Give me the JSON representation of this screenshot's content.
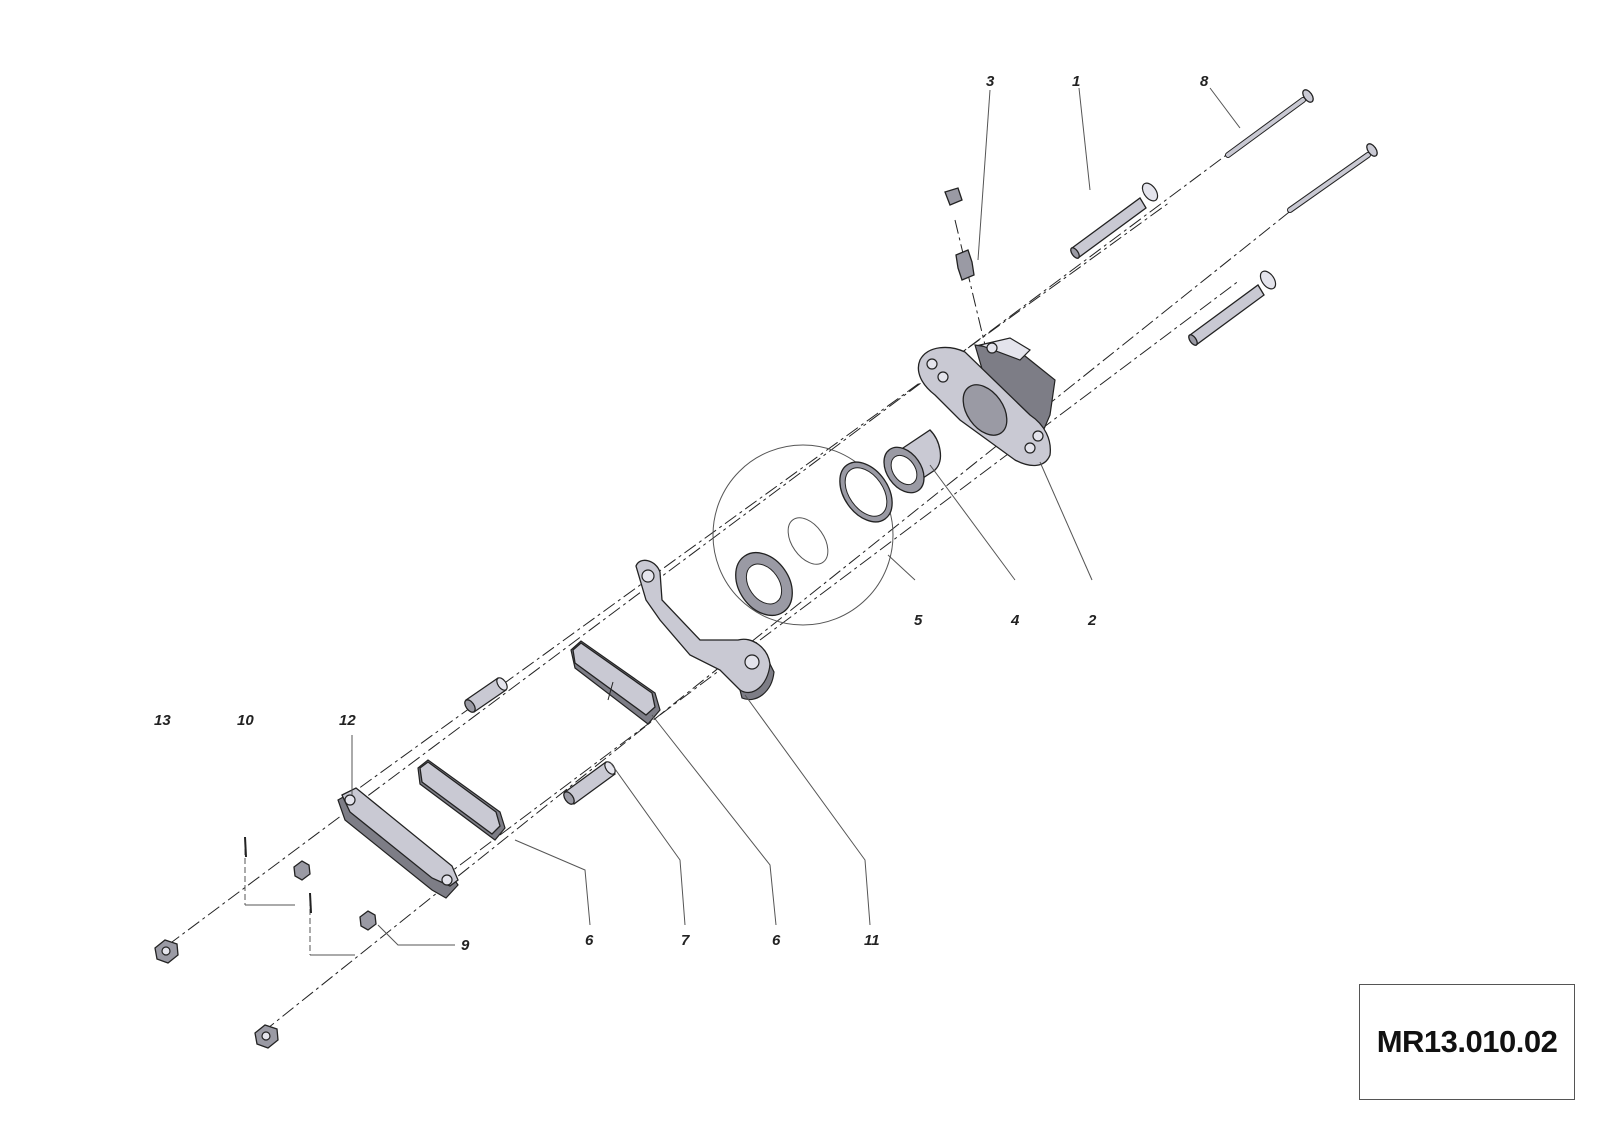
{
  "drawing": {
    "code": "MR13.010.02",
    "callouts": {
      "c1": "1",
      "c2": "2",
      "c3": "3",
      "c4": "4",
      "c5": "5",
      "c6a": "6",
      "c6b": "6",
      "c7": "7",
      "c8": "8",
      "c9": "9",
      "c10": "10",
      "c11": "11",
      "c12": "12",
      "c13": "13"
    }
  }
}
